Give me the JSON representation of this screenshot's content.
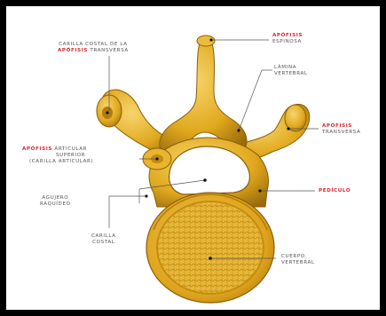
{
  "colors": {
    "border": "#000000",
    "background": "#ffffff",
    "bone": "#e3ab1c",
    "bone_dark": "#9a6b0b",
    "bone_light": "#f7d56c",
    "label": "#555555",
    "accent": "#d7262f"
  },
  "labels": {
    "apofisis_espinosa": {
      "red": "APÓFISIS",
      "line2": "ESPINOSA"
    },
    "carilla_costal_apofisis": {
      "line1": "CARILLA COSTAL DE LA",
      "red": "APÓFISIS",
      "rest": "TRANSVERSA"
    },
    "lamina_vertebral": {
      "line1": "LÁMINA",
      "line2": "VERTEBRAL"
    },
    "apofisis_transversa": {
      "red": "APÓFISIS",
      "line2": "TRANSVERSA"
    },
    "apofisis_articular": {
      "red": "APÓFISIS",
      "rest": "ARTICULAR",
      "line2": "SUPERIOR",
      "line3": "(CARILLA ARTICULAR)"
    },
    "pediculo": {
      "red": "PEDÍCULO"
    },
    "agujero_raquideo": {
      "line1": "AGUJERO",
      "line2": "RAQUÍDEO"
    },
    "carilla_costal": {
      "line1": "CARILLA",
      "line2": "COSTAL"
    },
    "cuerpo_vertebral": {
      "line1": "CUERPO",
      "line2": "VERTEBRAL"
    }
  }
}
